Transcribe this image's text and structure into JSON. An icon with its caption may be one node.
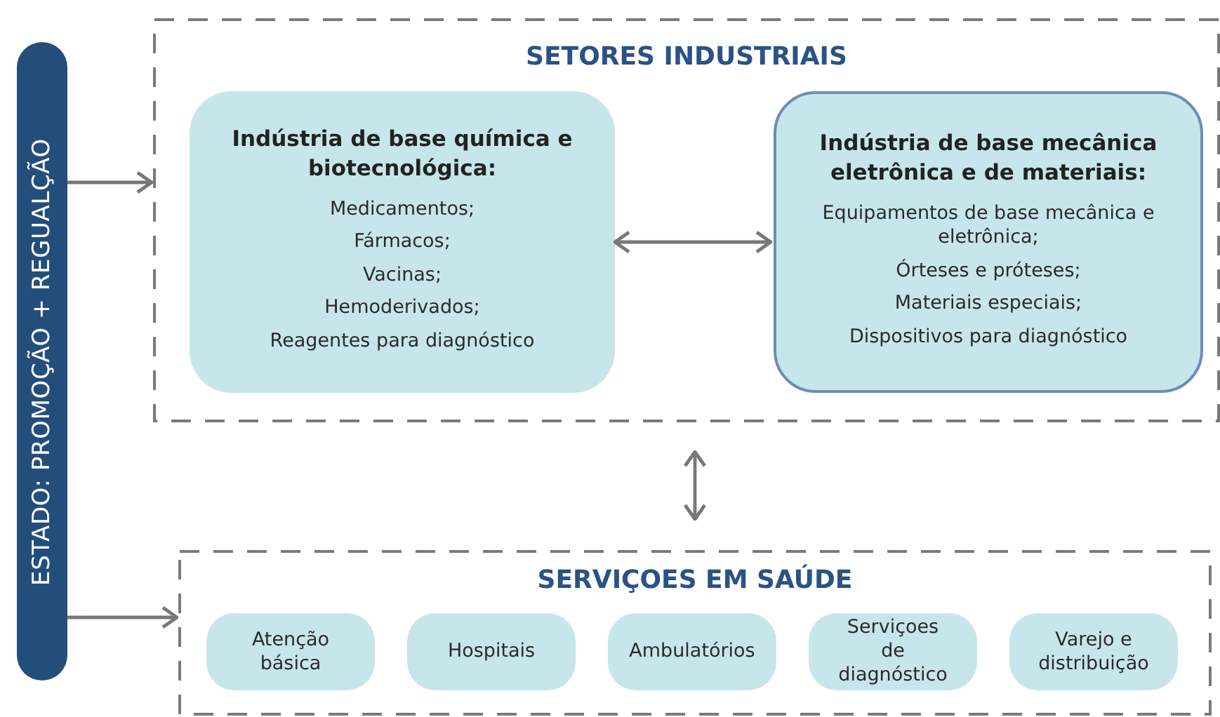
{
  "diagram": {
    "nodes": [
      {
        "text": [
          "ESTADO: PROMOÇÃO + REGUALÇÃO"
        ]
      },
      {
        "text": [
          "SETORES INDUSTRIAIS"
        ]
      },
      {
        "text": [
          "Indústria de base química e biotecnológica:",
          "Medicamentos;",
          "Fármacos;",
          "Vacinas;",
          "Hemoderivados;",
          "Reagentes para diagnóstico"
        ],
        "in": 1
      },
      {
        "text": [
          "Indústria de base mecânica eletrônica e de materiais:",
          "Equipamentos de base mecânica e eletrônica;",
          "Órteses e próteses;",
          "Materiais especiais;",
          "Dispositivos para diagnóstico"
        ],
        "in": 1
      },
      {
        "text": [
          "SERVIÇOES EM SAÚDE"
        ]
      },
      {
        "text": [
          "Atenção básica"
        ],
        "in": 4
      },
      {
        "text": [
          "Hospitais"
        ],
        "in": 4
      },
      {
        "text": [
          "Ambulatórios"
        ],
        "in": 4
      },
      {
        "text": [
          "Serviçoes de diagnóstico"
        ],
        "in": 4
      },
      {
        "text": [
          "Varejo e distribuição"
        ],
        "in": 4
      }
    ],
    "edges": [
      {
        "from": 0,
        "to": 1,
        "arrow": "to"
      },
      {
        "from": 0,
        "to": 4,
        "arrow": "to"
      },
      {
        "from": 2,
        "to": 3,
        "arrow": "both"
      },
      {
        "from": 1,
        "to": 4,
        "arrow": "both"
      }
    ]
  }
}
